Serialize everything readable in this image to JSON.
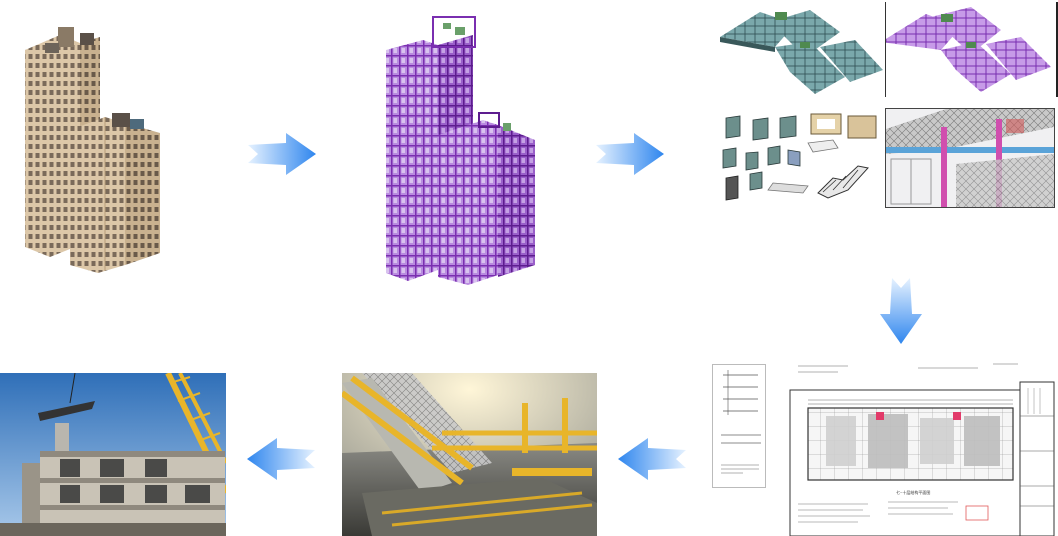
{
  "diagram": {
    "steps": [
      {
        "id": "building-render",
        "icon": "high-rise-building-render"
      },
      {
        "id": "bim-model",
        "icon": "bim-wireframe-tower"
      },
      {
        "id": "model-split",
        "icon": "floor-plate-components"
      },
      {
        "id": "drawings",
        "icon": "cad-drawing-sheet"
      },
      {
        "id": "factory",
        "icon": "precast-factory-line"
      },
      {
        "id": "site-assembly",
        "icon": "crane-site-assembly"
      }
    ],
    "arrows": [
      {
        "from": "building-render",
        "to": "bim-model",
        "direction": "right"
      },
      {
        "from": "bim-model",
        "to": "model-split",
        "direction": "right"
      },
      {
        "from": "model-split",
        "to": "drawings",
        "direction": "down"
      },
      {
        "from": "drawings",
        "to": "factory",
        "direction": "left"
      },
      {
        "from": "factory",
        "to": "site-assembly",
        "direction": "left"
      }
    ],
    "colors": {
      "arrow": "#3d8ef0",
      "arrow_light": "#cfe5ff",
      "bim_purple": "#9b4fc9",
      "facade_beige": "#d9c3a3",
      "glass_teal": "#6f9ea3",
      "sky": "#4f86c6",
      "factory_yellow": "#e8b52a"
    },
    "drawing_sheet_title": "七~十层结构平面图"
  }
}
